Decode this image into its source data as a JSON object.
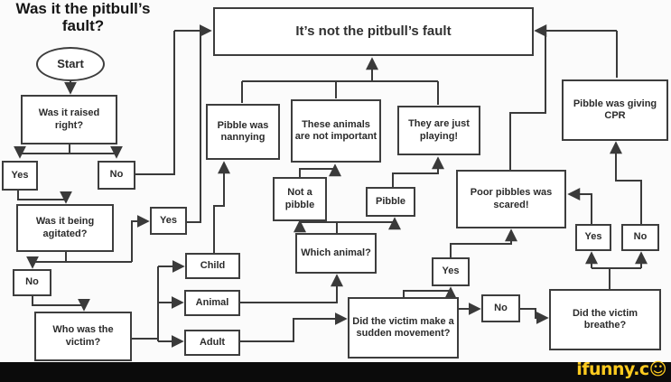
{
  "title": "Was it the pitbull’s fault?",
  "nodes": {
    "start": {
      "label": "Start"
    },
    "raised_right": {
      "label": "Was it raised right?"
    },
    "yes_raised": {
      "label": "Yes"
    },
    "no_raised": {
      "label": "No"
    },
    "agitated": {
      "label": "Was it being agitated?"
    },
    "no_agitated": {
      "label": "No"
    },
    "who_victim": {
      "label": "Who was the victim?"
    },
    "yes_agitated": {
      "label": "Yes"
    },
    "child": {
      "label": "Child"
    },
    "animal": {
      "label": "Animal"
    },
    "adult": {
      "label": "Adult"
    },
    "not_fault": {
      "label": "It’s not the pitbull’s fault"
    },
    "nannying": {
      "label": "Pibble was nannying"
    },
    "these_animals": {
      "label": "These animals are not important"
    },
    "playing": {
      "label": "They are just playing!"
    },
    "not_a_pibble": {
      "label": "Not a pibble"
    },
    "pibble": {
      "label": "Pibble"
    },
    "which_animal": {
      "label": "Which animal?"
    },
    "sudden_movement": {
      "label": "Did the victim make a sudden movement?"
    },
    "yes_sudden": {
      "label": "Yes"
    },
    "poor_pibbles": {
      "label": "Poor pibbles was scared!"
    },
    "cpr": {
      "label": "Pibble was giving CPR"
    },
    "yes_breathe": {
      "label": "Yes"
    },
    "no_breathe": {
      "label": "No"
    },
    "no_sudden": {
      "label": "No"
    },
    "breathe": {
      "label": "Did the victim breathe?"
    }
  },
  "watermark": {
    "text": "ifunny.c",
    "smiley": "☺"
  },
  "colors": {
    "line": "#3a3a3a",
    "box_border": "#3d3d3d",
    "watermark_yellow": "#fcca1f",
    "bar_black": "#0b0b0b"
  }
}
